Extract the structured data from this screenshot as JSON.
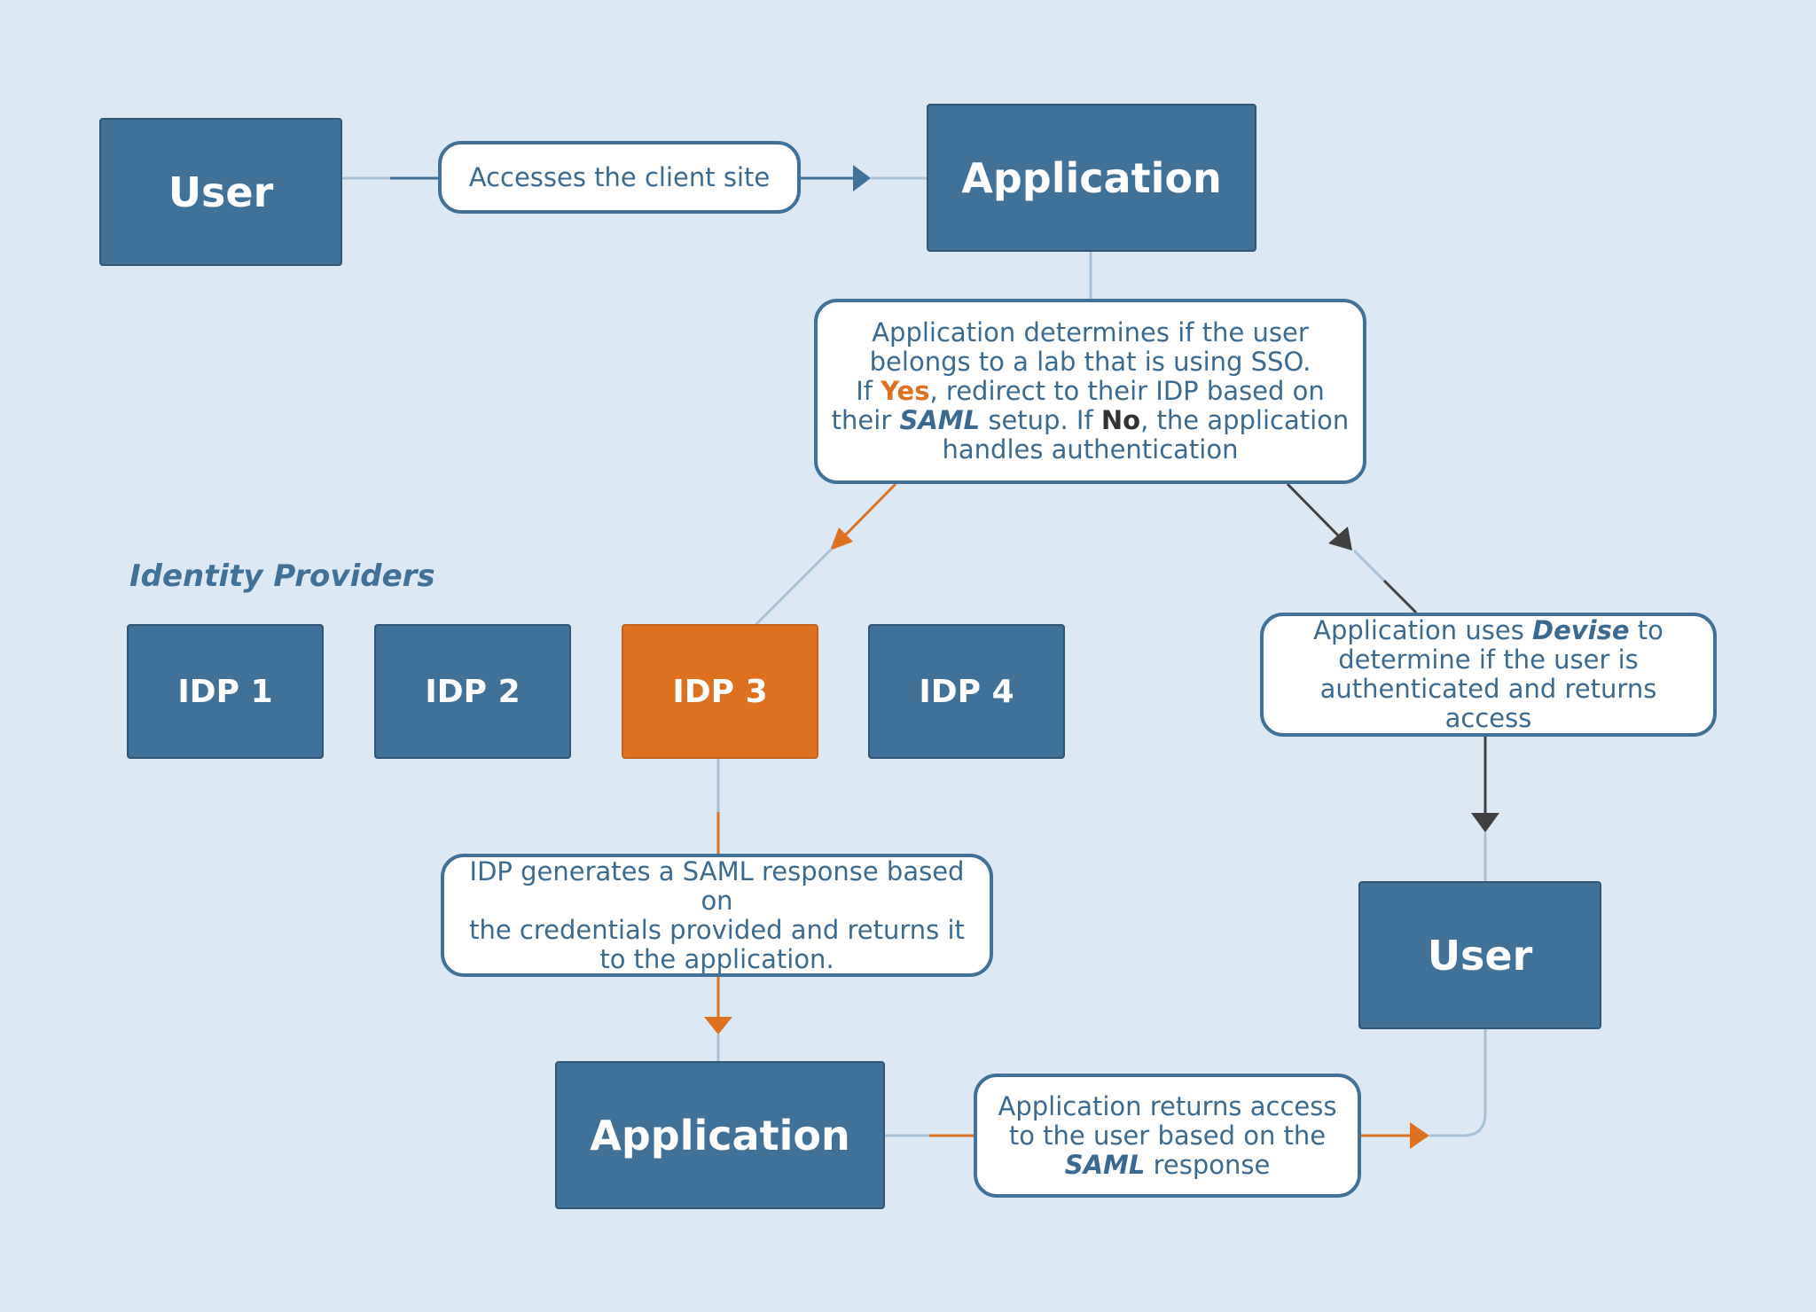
{
  "nodes": {
    "user_top": "User",
    "application_top": "Application",
    "application_bottom": "Application",
    "user_bottom": "User"
  },
  "identity_providers": {
    "label": "Identity Providers",
    "items": [
      "IDP 1",
      "IDP 2",
      "IDP 3",
      "IDP 4"
    ],
    "selected": "IDP 3"
  },
  "notes": {
    "access_site": "Accesses the client site",
    "determine": {
      "line1": "Application determines if the user",
      "line2": "belongs to a lab that is using SSO.",
      "line3_pre": "If ",
      "line3_yes": "Yes",
      "line3_post": ", redirect to their IDP based on",
      "line4_pre": "their ",
      "line4_saml": "SAML",
      "line4_mid": " setup. If ",
      "line4_no": "No",
      "line4_post": ", the application",
      "line5": "handles authentication"
    },
    "devise": {
      "line1_pre": "Application uses ",
      "line1_em": "Devise",
      "line1_post": " to",
      "line2": "determine if the user is",
      "line3": "authenticated and returns access"
    },
    "saml_generate": {
      "line1": "IDP generates a SAML response based on",
      "line2": "the credentials provided and returns it",
      "line3": "to the application."
    },
    "returns_access": {
      "line1": "Application returns access",
      "line2": "to the user based on the",
      "line3_em": "SAML",
      "line3_post": " response"
    }
  },
  "colors": {
    "background": "#dce9f4",
    "node_fill": "#3f7199",
    "selected_fill": "#dd711f",
    "connector_light": "#a7c2d6",
    "connector_blue": "#3f7199",
    "connector_orange": "#dd711f",
    "connector_dark": "#404040"
  }
}
